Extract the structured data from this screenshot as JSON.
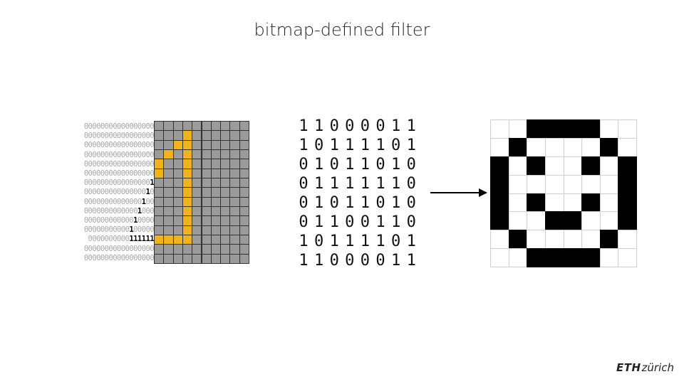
{
  "title": "bitmap-defined filter",
  "left_panel": {
    "zero_rows": [
      "00000000000000000",
      "00000000000000000",
      "00000000000000000",
      "00000000000000000",
      "00000000000000000",
      "00000000000000000",
      "0000000000000000|1",
      "000000000000000|1|0",
      "00000000000000|1|00",
      "0000000000000|1|000",
      "000000000000|1|0000",
      "00000000000|1|00000",
      "0000000000|111111|",
      "00000000000000000",
      "00000000000000000"
    ],
    "highlight_color": "#f1b31c",
    "grid_color": "#9b9b9b",
    "grid_rows": 15,
    "grid_cols": 10,
    "highlighted_cells": [
      [
        1,
        3
      ],
      [
        2,
        3
      ],
      [
        2,
        2
      ],
      [
        3,
        3
      ],
      [
        3,
        1
      ],
      [
        4,
        3
      ],
      [
        4,
        0
      ],
      [
        5,
        0
      ],
      [
        5,
        3
      ],
      [
        6,
        3
      ],
      [
        7,
        3
      ],
      [
        8,
        3
      ],
      [
        9,
        3
      ],
      [
        10,
        3
      ],
      [
        11,
        3
      ],
      [
        12,
        0
      ],
      [
        12,
        1
      ],
      [
        12,
        2
      ],
      [
        12,
        3
      ]
    ]
  },
  "matrix_rows": [
    "11000011",
    "10111101",
    "01011010",
    "01111110",
    "01011010",
    "01100110",
    "10111101",
    "11000011"
  ],
  "bitmap_rows": [
    "00111100",
    "01000010",
    "10100101",
    "10000001",
    "10100101",
    "10011001",
    "01000010",
    "00111100"
  ],
  "logo": {
    "eth": "ETH",
    "zurich": "zürich"
  }
}
